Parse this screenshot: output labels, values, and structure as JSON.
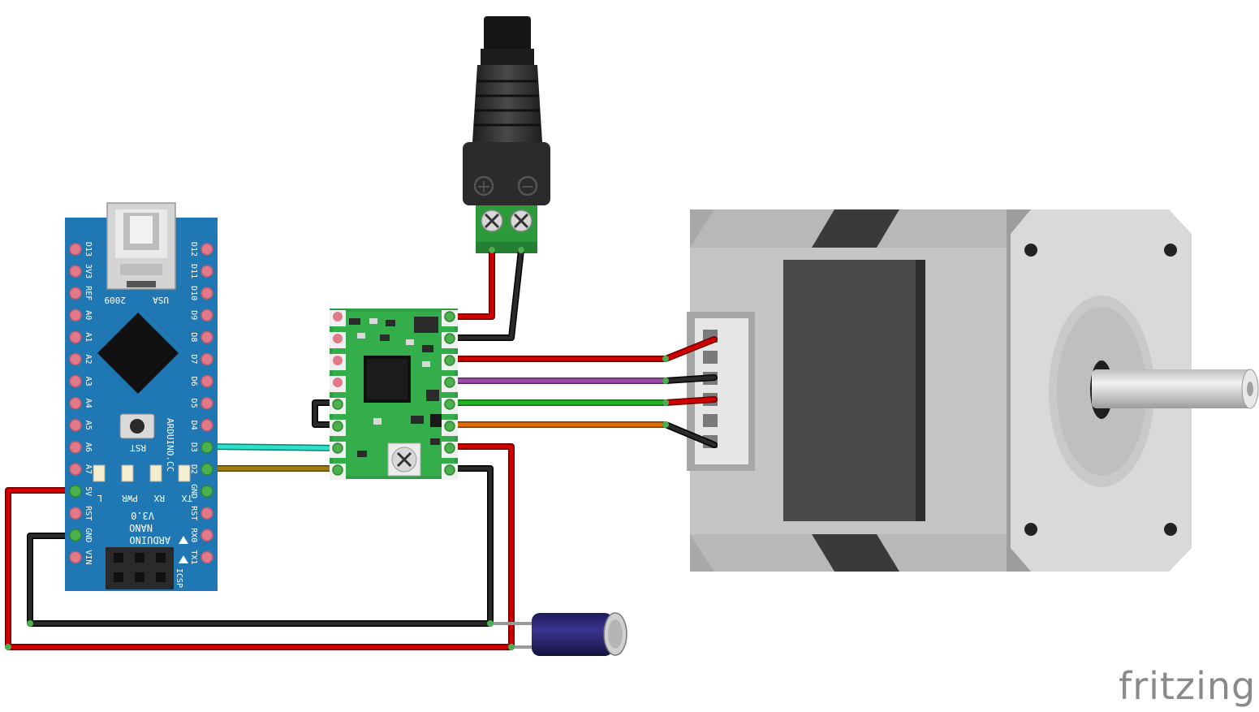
{
  "arduino": {
    "left_labels": [
      "D13",
      "3V3",
      "REF",
      "A0",
      "A1",
      "A2",
      "A3",
      "A4",
      "A5",
      "A6",
      "A7",
      "5V",
      "RST",
      "GND",
      "VIN"
    ],
    "right_labels": [
      "D12",
      "D11",
      "D10",
      "D9",
      "D8",
      "D7",
      "D6",
      "D5",
      "D4",
      "D3",
      "D2",
      "GND",
      "RST",
      "RX0",
      "TX1"
    ],
    "usb_label": "USA",
    "year_label": "2009",
    "rst_label": "RST",
    "site_label": "ARDUINO.CC",
    "led_labels": [
      "L",
      "PWR",
      "RX",
      "TX"
    ],
    "board_name": "ARDUINO",
    "board_model": "NANO",
    "board_version": "V3.0",
    "icsp_label": "ICSP",
    "board_color": "#1f78b4"
  },
  "power_jack": {
    "plus_symbol": "+",
    "minus_symbol": "−"
  },
  "wire_colors": {
    "red": "#d10000",
    "black": "#1a1a1a",
    "purple": "#9b4aa8",
    "green": "#22b422",
    "orange": "#e06a0a",
    "cyan": "#2de0c8",
    "olive": "#a07c10"
  },
  "branding": {
    "text": "fritzing"
  }
}
